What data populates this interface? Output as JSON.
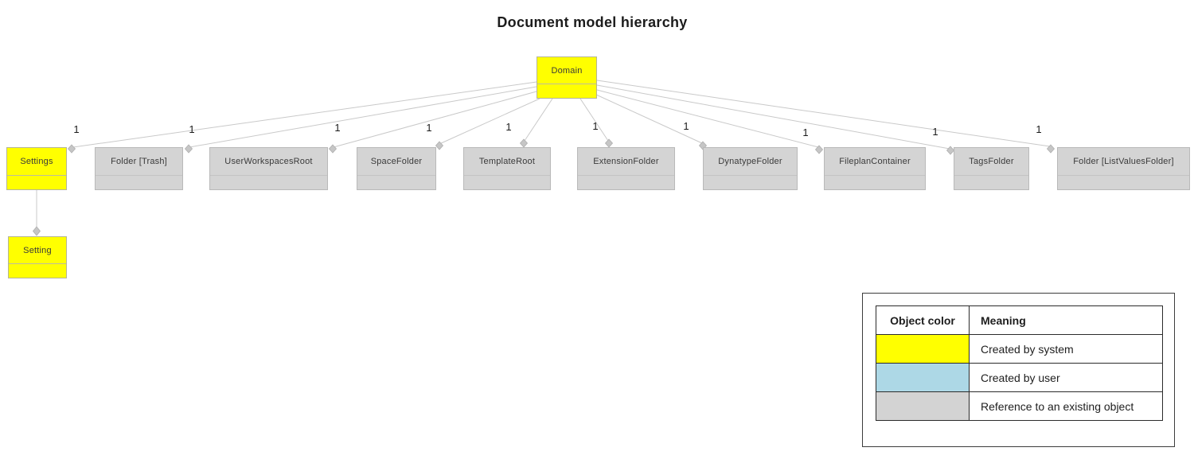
{
  "title": "Document model hierarchy",
  "diagram": {
    "root": {
      "label": "Domain",
      "color": "#ffff00"
    },
    "children": [
      {
        "label": "Settings",
        "multiplicity": "1",
        "color": "#ffff00"
      },
      {
        "label": "Folder [Trash]",
        "multiplicity": "1",
        "color": "#d4d4d4"
      },
      {
        "label": "UserWorkspacesRoot",
        "multiplicity": "1",
        "color": "#d4d4d4"
      },
      {
        "label": "SpaceFolder",
        "multiplicity": "1",
        "color": "#d4d4d4"
      },
      {
        "label": "TemplateRoot",
        "multiplicity": "1",
        "color": "#d4d4d4"
      },
      {
        "label": "ExtensionFolder",
        "multiplicity": "1",
        "color": "#d4d4d4"
      },
      {
        "label": "DynatypeFolder",
        "multiplicity": "1",
        "color": "#d4d4d4"
      },
      {
        "label": "FileplanContainer",
        "multiplicity": "1",
        "color": "#d4d4d4"
      },
      {
        "label": "TagsFolder",
        "multiplicity": "1",
        "color": "#d4d4d4"
      },
      {
        "label": "Folder [ListValuesFolder]",
        "multiplicity": "1",
        "color": "#d4d4d4"
      }
    ],
    "setting_node": {
      "label": "Setting",
      "color": "#ffff00",
      "parent": "Settings"
    }
  },
  "legend": {
    "headers": [
      "Object color",
      "Meaning"
    ],
    "rows": [
      {
        "color": "#ffff00",
        "meaning": "Created by system"
      },
      {
        "color": "#add8e6",
        "meaning": "Created by user"
      },
      {
        "color": "#d3d3d3",
        "meaning": "Reference to an existing object"
      }
    ]
  }
}
